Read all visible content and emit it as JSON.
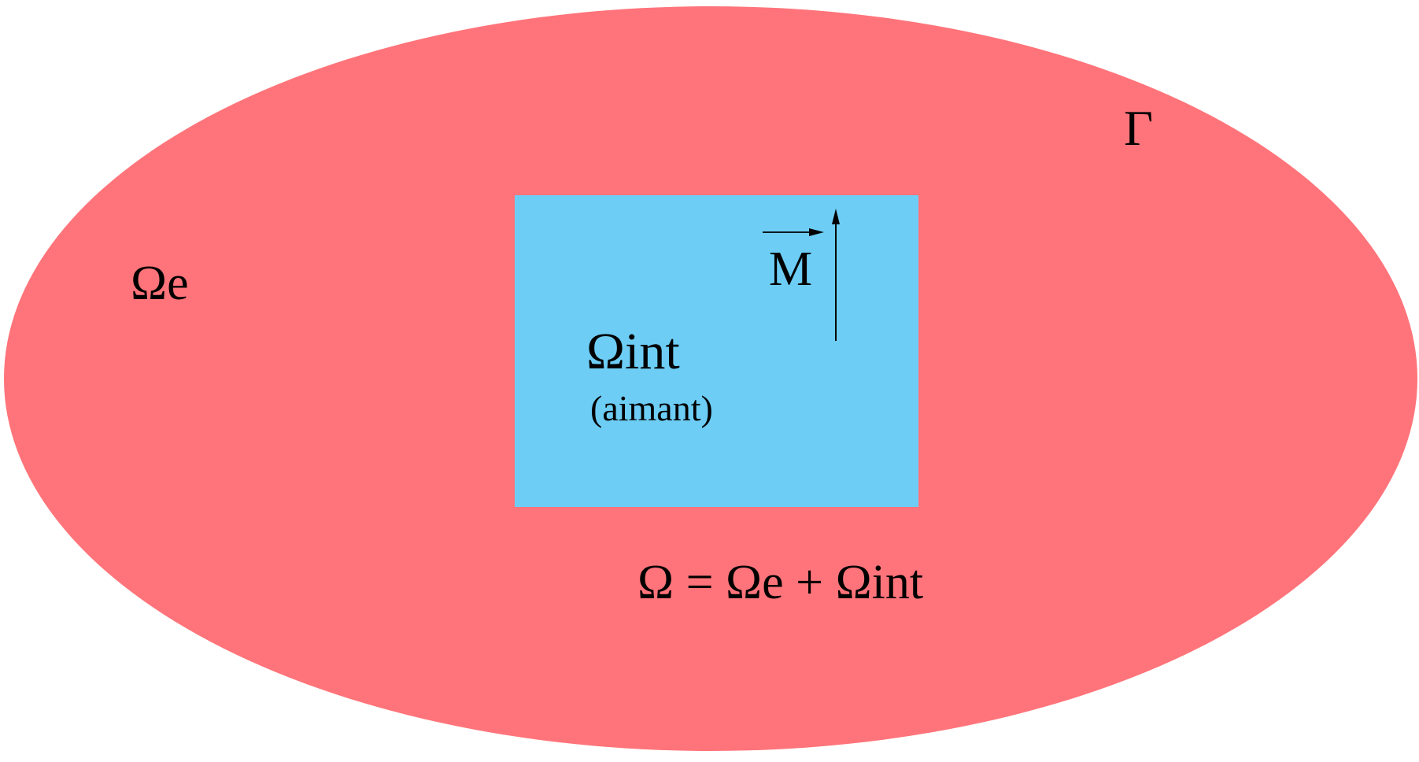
{
  "colors": {
    "outer_region": "#ff747a",
    "inner_region": "#6dcdf5",
    "text": "#000000",
    "background": "#ffffff"
  },
  "labels": {
    "boundary": "Γ",
    "outer_domain": "Ωe",
    "magnetization": "M",
    "inner_domain": "Ωint",
    "inner_note": "(aimant)",
    "equation": "Ω = Ωe + Ωint"
  }
}
